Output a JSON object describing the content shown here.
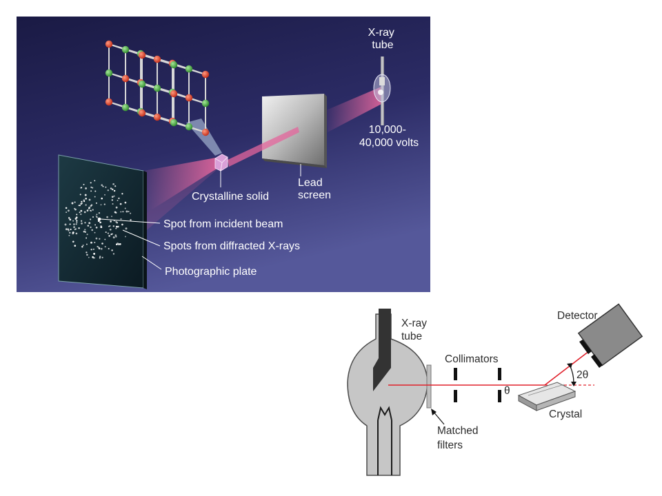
{
  "diagram1": {
    "labels": {
      "xray_tube_l1": "X-ray",
      "xray_tube_l2": "tube",
      "voltage_l1": "10,000-",
      "voltage_l2": "40,000 volts",
      "lead_screen_l1": "Lead",
      "lead_screen_l2": "screen",
      "crystalline_solid": "Crystalline solid",
      "incident_spot": "Spot from incident beam",
      "diffracted_spots": "Spots from diffracted X-rays",
      "photographic_plate": "Photographic plate"
    },
    "colors": {
      "background_top": "#1e1e4a",
      "background_bottom": "#4a4d8c",
      "beam": "#e4669c",
      "atom_red": "#d8321e",
      "atom_green": "#3e9e3a"
    }
  },
  "diagram2": {
    "labels": {
      "xray_tube_l1": "X-ray",
      "xray_tube_l2": "tube",
      "collimators": "Collimators",
      "detector": "Detector",
      "theta": "θ",
      "two_theta": "2θ",
      "crystal": "Crystal",
      "filters_l1": "Matched",
      "filters_l2": "filters"
    },
    "colors": {
      "tube_gray": "#c6c6c6",
      "beam_red": "#e0202a",
      "detector_gray": "#8a8a8a"
    }
  }
}
